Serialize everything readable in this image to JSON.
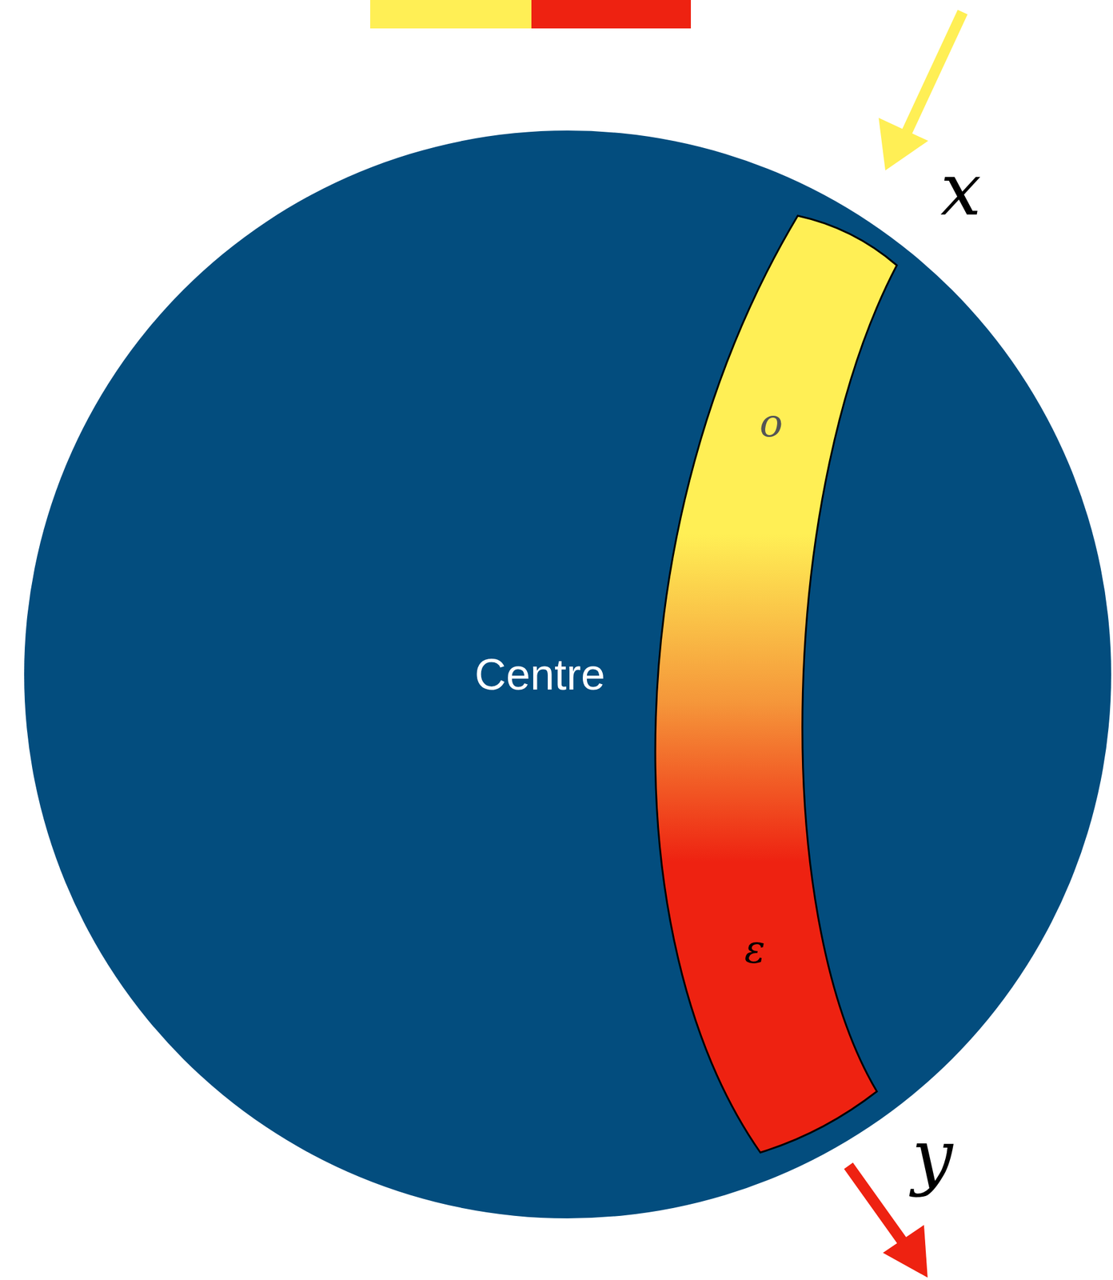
{
  "diagram": {
    "nodes": [
      {
        "text": [
          "Centre"
        ]
      },
      {
        "text": [
          "o",
          "ε"
        ],
        "in": 0
      }
    ],
    "labels": [
      "x",
      "y"
    ]
  }
}
